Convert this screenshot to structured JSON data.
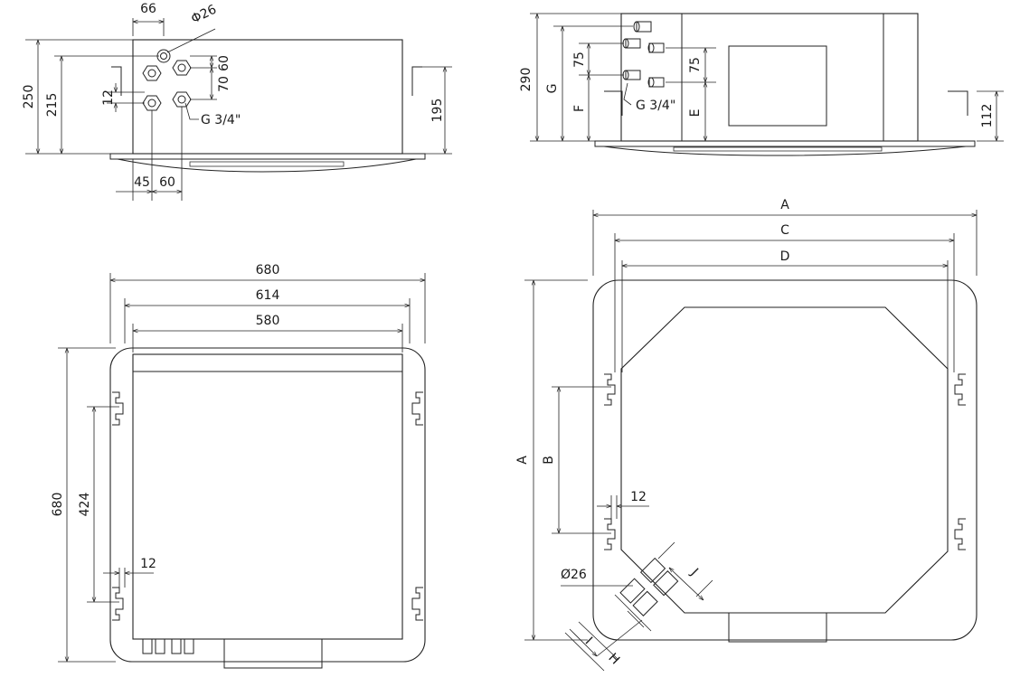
{
  "views": {
    "side": {
      "labels": {
        "w66": "66",
        "phi26": "Φ26",
        "h250": "250",
        "h215": "215",
        "h195": "195",
        "v60": "60",
        "v70": "70",
        "v12": "12",
        "g34": "G 3/4\"",
        "w45": "45",
        "w60": "60"
      }
    },
    "front": {
      "labels": {
        "h290": "290",
        "G": "G",
        "F": "F",
        "E": "E",
        "v75a": "75",
        "v75b": "75",
        "g34": "G 3/4\"",
        "h112": "112"
      }
    },
    "plan_numeric": {
      "labels": {
        "w680": "680",
        "w614": "614",
        "w580": "580",
        "h680": "680",
        "h424": "424",
        "w12": "12"
      }
    },
    "plan_letter": {
      "labels": {
        "A_top": "A",
        "C": "C",
        "D": "D",
        "A_side": "A",
        "B": "B",
        "w12": "12",
        "phi26": "Ø26",
        "J": "J",
        "I": "I",
        "H": "H"
      }
    }
  }
}
